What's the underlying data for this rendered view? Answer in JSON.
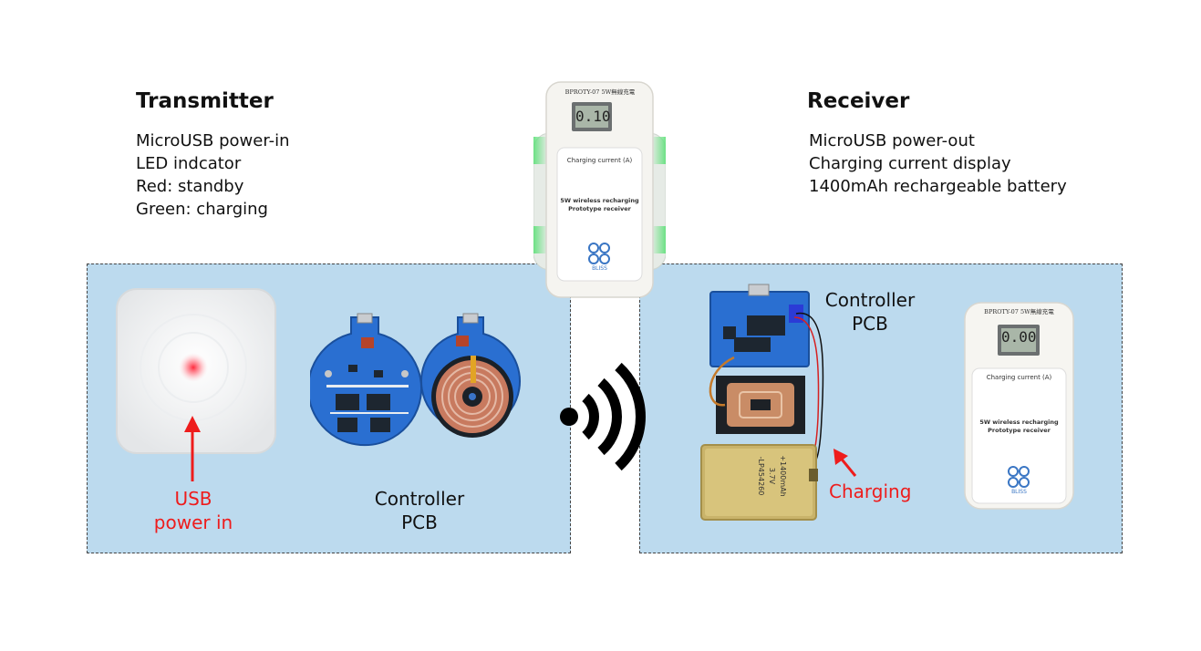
{
  "transmitter": {
    "title": "Transmitter",
    "features": [
      "MicroUSB power-in",
      "LED indcator",
      "Red: standby",
      "Green: charging"
    ],
    "usb_label": [
      "USB",
      "power in"
    ],
    "pcb_label": [
      "Controller",
      "PCB"
    ]
  },
  "receiver": {
    "title": "Receiver",
    "features": [
      "MicroUSB power-out",
      "Charging current display",
      "1400mAh rechargeable battery"
    ],
    "pcb_label": [
      "Controller",
      "PCB"
    ],
    "charging_label": "Charging"
  },
  "device_top": {
    "model": "BPROTY-07 5W無線充電",
    "display": "0.10",
    "card_line1": "Charging current (A)",
    "card_line2": "5W wireless recharging",
    "card_line3": "Prototype receiver",
    "logo": "BLISS"
  },
  "device_right": {
    "model": "BPROTY-07 5W無線充電",
    "display": "0.00",
    "card_line1": "Charging current (A)",
    "card_line2": "5W wireless recharging",
    "card_line3": "Prototype receiver",
    "logo": "BLISS"
  },
  "battery": {
    "text1": "+1400mAh 3.7V",
    "text2": "-LP454260"
  },
  "colors": {
    "panel": "#bcdaee",
    "annotation": "#ee1c1c",
    "led_green": "#5fe07a"
  }
}
